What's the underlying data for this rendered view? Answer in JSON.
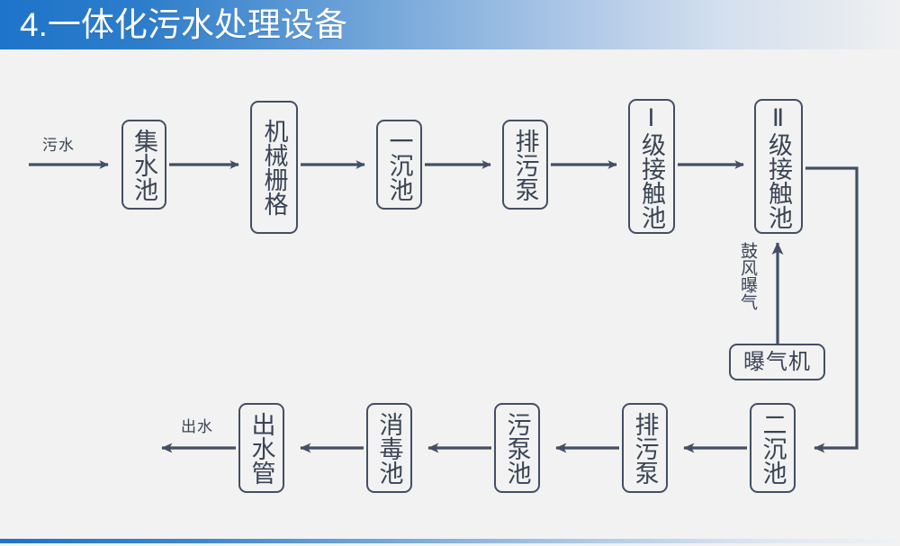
{
  "header": {
    "title": "4.一体化污水处理设备",
    "bar_color_start": "#1e74ca",
    "bar_color_end": "#eff0f1"
  },
  "footer": {
    "bar_color_start": "#1e74ca",
    "bar_color_end": "#f0f2f3"
  },
  "diagram": {
    "stroke_color": "#434f63",
    "background": "#f2f2f2",
    "nodes": [
      {
        "id": "jishuichi",
        "label": "集水池",
        "orientation": "vertical"
      },
      {
        "id": "jixieshange",
        "label": "机械栅格",
        "orientation": "vertical"
      },
      {
        "id": "yichenchi",
        "label": "一沉池",
        "orientation": "vertical"
      },
      {
        "id": "paiwubeng-1",
        "label": "排污泵",
        "orientation": "vertical"
      },
      {
        "id": "jiejiaochi-1",
        "label": "Ⅰ级接触池",
        "orientation": "vertical"
      },
      {
        "id": "jiejiaochi-2",
        "label": "Ⅱ级接触池",
        "orientation": "vertical"
      },
      {
        "id": "baoqiji",
        "label": "曝气机",
        "orientation": "horizontal"
      },
      {
        "id": "erchenchi",
        "label": "二沉池",
        "orientation": "vertical"
      },
      {
        "id": "paiwubeng-2",
        "label": "排污泵",
        "orientation": "vertical"
      },
      {
        "id": "wubengchi",
        "label": "污泵池",
        "orientation": "vertical"
      },
      {
        "id": "xiaoduchi",
        "label": "消毒池",
        "orientation": "vertical"
      },
      {
        "id": "chushuiguan",
        "label": "出水管",
        "orientation": "vertical"
      }
    ],
    "labels": {
      "inlet": "污水",
      "outlet": "出水",
      "aeration": "鼓风曝气"
    }
  }
}
